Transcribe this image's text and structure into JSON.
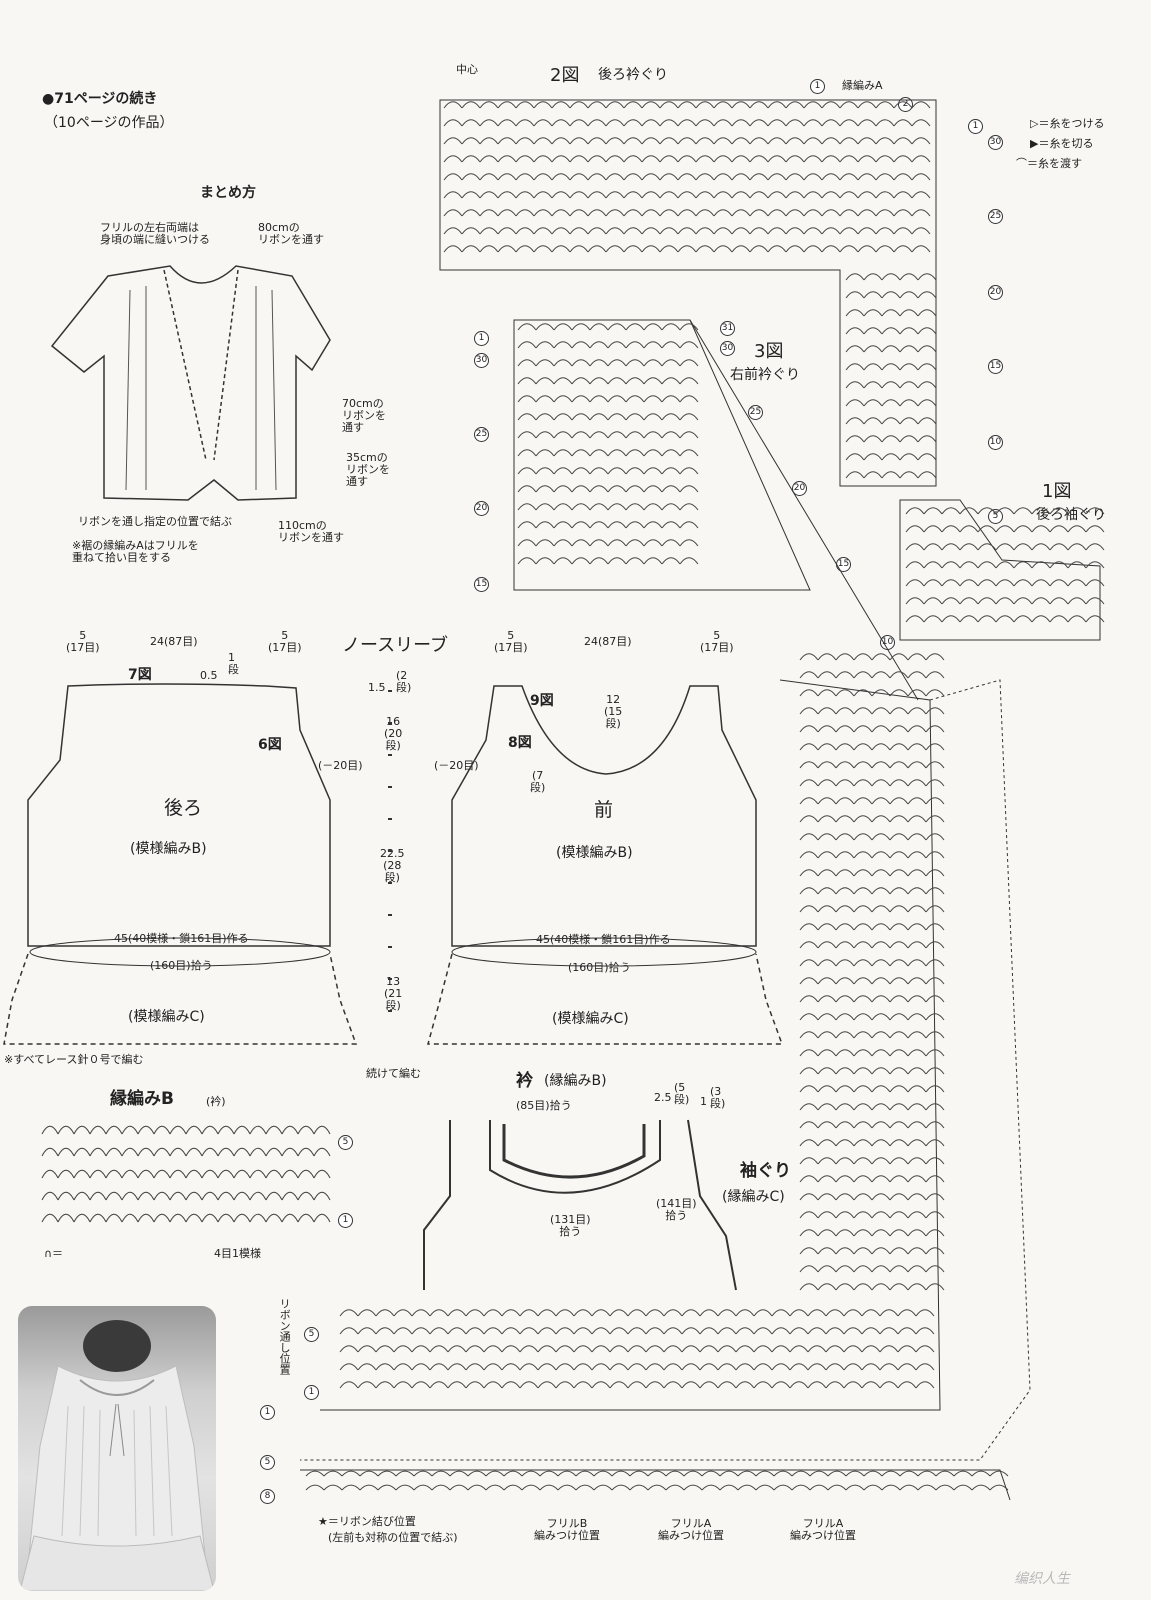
{
  "header": {
    "continued": "●71ページの続き",
    "work_ref": "（10ページの作品）"
  },
  "assembly": {
    "title": "まとめ方",
    "note_frill": "フリルの左右両端は\n身頃の端に縫いつける",
    "note_80": "80cmの\nリボンを通す",
    "note_70": "70cmの\nリボンを\n通す",
    "note_35": "35cmの\nリボンを\n通す",
    "note_tie": "リボンを通し指定の位置で結ぶ",
    "note_110": "110cmの\nリボンを通す",
    "note_hem": "※裾の縁編みAはフリルを\n重ねて拾い目をする"
  },
  "legend": {
    "attach": "▷＝糸をつける",
    "cut": "▶＝糸を切る",
    "pass": "⌒＝糸を渡す"
  },
  "chart2": {
    "title": "2図",
    "sub": "後ろ衿ぐり",
    "center": "中心",
    "edging": "縁編みA"
  },
  "chart3": {
    "title": "3図",
    "sub": "右前衿ぐり"
  },
  "chart1": {
    "title": "1図",
    "sub": "後ろ袖ぐり"
  },
  "sleeveless": {
    "title": "ノースリーブ",
    "top_dims_back": [
      "5\n(17目)",
      "24(87目)",
      "5\n(17目)"
    ],
    "top_dims_front": [
      "5\n(17目)",
      "24(87目)",
      "5\n(17目)"
    ],
    "fig7": "7図",
    "fig6": "6図",
    "fig9": "9図",
    "fig8": "8図",
    "neck_back": "0.5",
    "neck_back_rows": "1\n段",
    "minus20_back": "(－20目)",
    "minus20_front": "(－20目)",
    "front_neck_depth": "12\n(15\n段)",
    "front_side": "(7\n段)",
    "back_label": "後ろ",
    "front_label": "前",
    "pattern_b": "(模様編みB)",
    "pattern_c": "(模様編みC)",
    "start_line": "45(40模様・鎖161目)作る",
    "pickup": "(160目)拾う",
    "center_dims": [
      "1.5",
      "(2\n段)",
      "16\n(20\n段)",
      "22.5\n(28\n段)",
      "13\n(21\n段)"
    ],
    "continue": "続けて編む",
    "hook_note": "※すべてレース針０号で編む"
  },
  "edge_b": {
    "title": "縁編みB",
    "sub": "(衿)",
    "repeat": "4目1模様",
    "symbol": "∩＝"
  },
  "collar": {
    "title": "衿",
    "sub": "(縁編みB)",
    "pick85": "(85目)拾う",
    "d25": "2.5",
    "d25_rows": "(5\n段)",
    "d1": "1",
    "d1_rows": "(3\n段)",
    "pick131": "(131目)\n拾う",
    "pick141": "(141目)\n拾う",
    "armhole": "袖ぐり",
    "armhole_sub": "(縁編みC)"
  },
  "bottom": {
    "ribbon_vert": "リボン通し位置",
    "star_note": "★＝リボン結び位置",
    "star_note2": "(左前も対称の位置で結ぶ)",
    "frill_b": "フリルB\n編みつけ位置",
    "frill_a1": "フリルA\n編みつけ位置",
    "frill_a2": "フリルA\n編みつけ位置"
  },
  "row_numbers": {
    "chart2_right": [
      "1",
      "2",
      "1",
      "30",
      "25",
      "20",
      "15",
      "10",
      "5"
    ],
    "chart3_left": [
      "1",
      "30",
      "25",
      "20",
      "15"
    ],
    "chart3_right": [
      "31",
      "30",
      "25",
      "20",
      "15",
      "10"
    ],
    "edge_b": [
      "5",
      "1"
    ],
    "bottom_left": [
      "5",
      "1",
      "1",
      "5",
      "8"
    ]
  },
  "watermark": "编织人生"
}
